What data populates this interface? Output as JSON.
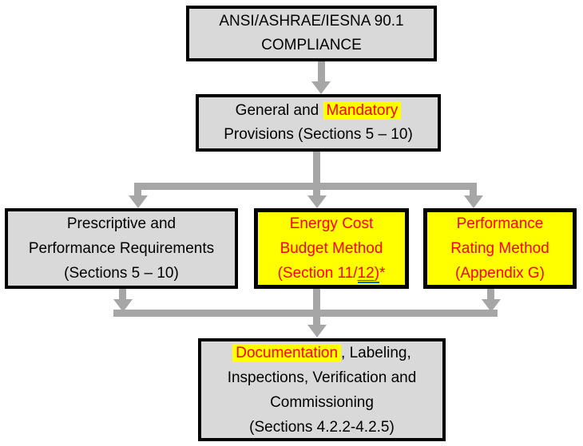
{
  "palette": {
    "box_fill_gray": "#d9d9d9",
    "highlight_yellow": "#ffff00",
    "accent_red": "#ff0000",
    "arrow_gray": "#a6a6a6",
    "border_black": "#000000",
    "underline_blue": "#0070c0"
  },
  "flowchart": {
    "top_box": {
      "line1": "ANSI/ASHRAE/IESNA 90.1",
      "line2": "COMPLIANCE"
    },
    "general_box": {
      "line1_prefix": "General and ",
      "line1_highlight": "Mandatory",
      "line2": "Provisions (Sections 5 – 10)"
    },
    "prescriptive_box": {
      "line1": "Prescriptive and",
      "line2": "Performance Requirements",
      "line3": "(Sections 5 – 10)"
    },
    "energy_box": {
      "line1": "Energy Cost",
      "line2": "Budget Method",
      "line3_prefix": "(Section 11/",
      "line3_underlined": "12",
      "line3_paren": ")",
      "line3_suffix": "*"
    },
    "performance_box": {
      "line1": "Performance",
      "line2": "Rating Method",
      "line3": "(Appendix G)"
    },
    "documentation_box": {
      "line1_highlight": "Documentation",
      "line1_suffix": ", Labeling,",
      "line2": "Inspections, Verification and",
      "line3": "Commissioning",
      "line4": "(Sections 4.2.2-4.2.5)"
    }
  }
}
